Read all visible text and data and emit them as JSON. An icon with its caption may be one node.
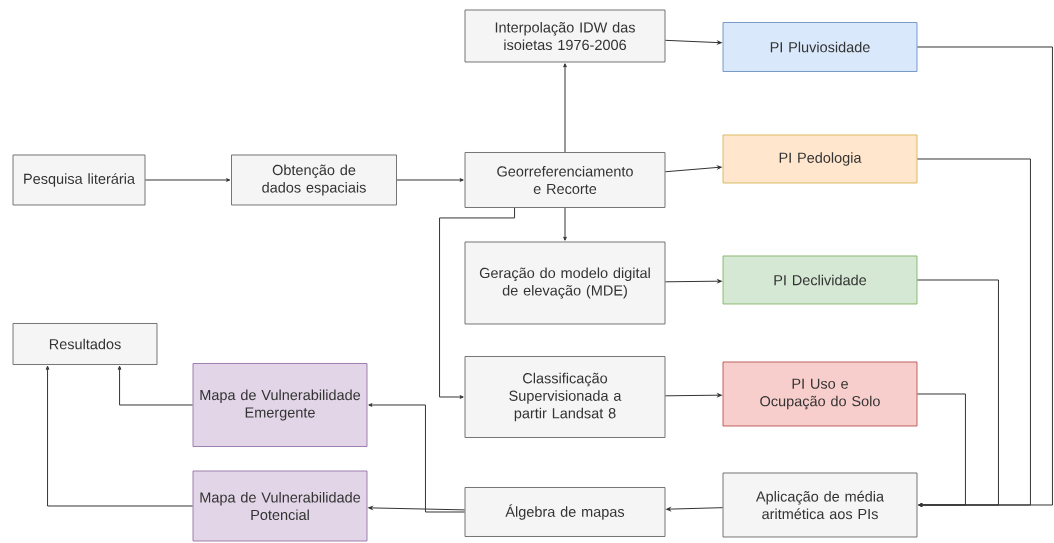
{
  "diagram": {
    "nodes": [
      {
        "text": [
          "Pesquisa literária"
        ]
      },
      {
        "text": [
          "Obtenção de dados espaciais"
        ]
      },
      {
        "text": [
          "Georreferenciamento e Recorte"
        ]
      },
      {
        "text": [
          "Interpolação IDW das isoietas 1976-2006"
        ]
      },
      {
        "text": [
          "PI Pluviosidade"
        ]
      },
      {
        "text": [
          "PI Pedologia"
        ]
      },
      {
        "text": [
          "Geração do modelo digital de elevação (MDE)"
        ]
      },
      {
        "text": [
          "PI Declividade"
        ]
      },
      {
        "text": [
          "Resultados"
        ]
      },
      {
        "text": [
          "Mapa de Vulnerabilidade Emergente"
        ]
      },
      {
        "text": [
          "Classificação Supervisionada a partir Landsat 8"
        ]
      },
      {
        "text": [
          "PI Uso e Ocupação do Solo"
        ]
      },
      {
        "text": [
          "Mapa de Vulnerabilidade Potencial"
        ]
      },
      {
        "text": [
          "Álgebra de mapas"
        ]
      },
      {
        "text": [
          "Aplicação de média aritmética aos PIs"
        ]
      }
    ],
    "edges": [
      {
        "from": 0,
        "to": 1,
        "arrow": "to"
      },
      {
        "from": 1,
        "to": 2,
        "arrow": "to"
      },
      {
        "from": 2,
        "to": 3,
        "arrow": "to"
      },
      {
        "from": 3,
        "to": 4,
        "arrow": "to"
      },
      {
        "from": 2,
        "to": 5,
        "arrow": "to"
      },
      {
        "from": 2,
        "to": 6,
        "arrow": "to"
      },
      {
        "from": 2,
        "to": 10,
        "arrow": "to"
      },
      {
        "from": 6,
        "to": 7,
        "arrow": "to"
      },
      {
        "from": 10,
        "to": 11,
        "arrow": "to"
      },
      {
        "from": 4,
        "to": 14,
        "arrow": "to"
      },
      {
        "from": 5,
        "to": 14,
        "arrow": "to"
      },
      {
        "from": 7,
        "to": 14,
        "arrow": "to"
      },
      {
        "from": 11,
        "to": 14,
        "arrow": "to"
      },
      {
        "from": 14,
        "to": 13,
        "arrow": "to"
      },
      {
        "from": 13,
        "to": 9,
        "arrow": "to"
      },
      {
        "from": 13,
        "to": 12,
        "arrow": "to"
      },
      {
        "from": 9,
        "to": 8,
        "arrow": "to"
      },
      {
        "from": 12,
        "to": 8,
        "arrow": "to"
      }
    ]
  }
}
